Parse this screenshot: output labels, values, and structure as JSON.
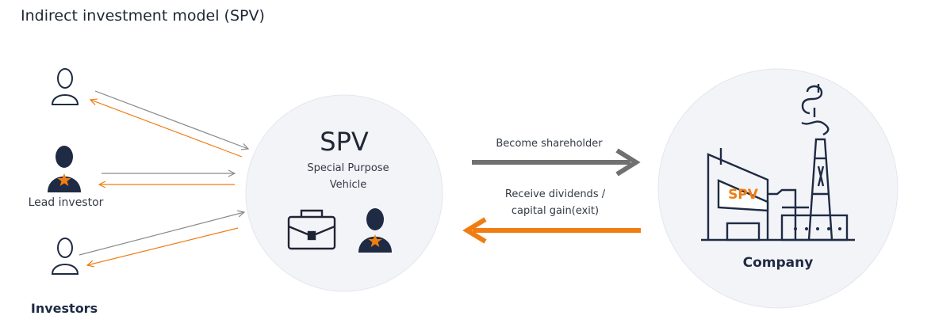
{
  "title": "Indirect investment model (SPV)",
  "investors": {
    "lead_label": "Lead investor",
    "group_label": "Investors"
  },
  "spv": {
    "title": "SPV",
    "subtitle_line1": "Special Purpose",
    "subtitle_line2": "Vehicle"
  },
  "flows": {
    "to_company": "Become shareholder",
    "from_company_line1": "Receive dividends /",
    "from_company_line2": "capital gain(exit)"
  },
  "company": {
    "label": "Company",
    "building_sign": "SPV"
  },
  "colors": {
    "navy": "#1f2b44",
    "orange": "#f07d12",
    "gray_arrow": "#707070",
    "circle_fill": "#f3f4f8"
  }
}
